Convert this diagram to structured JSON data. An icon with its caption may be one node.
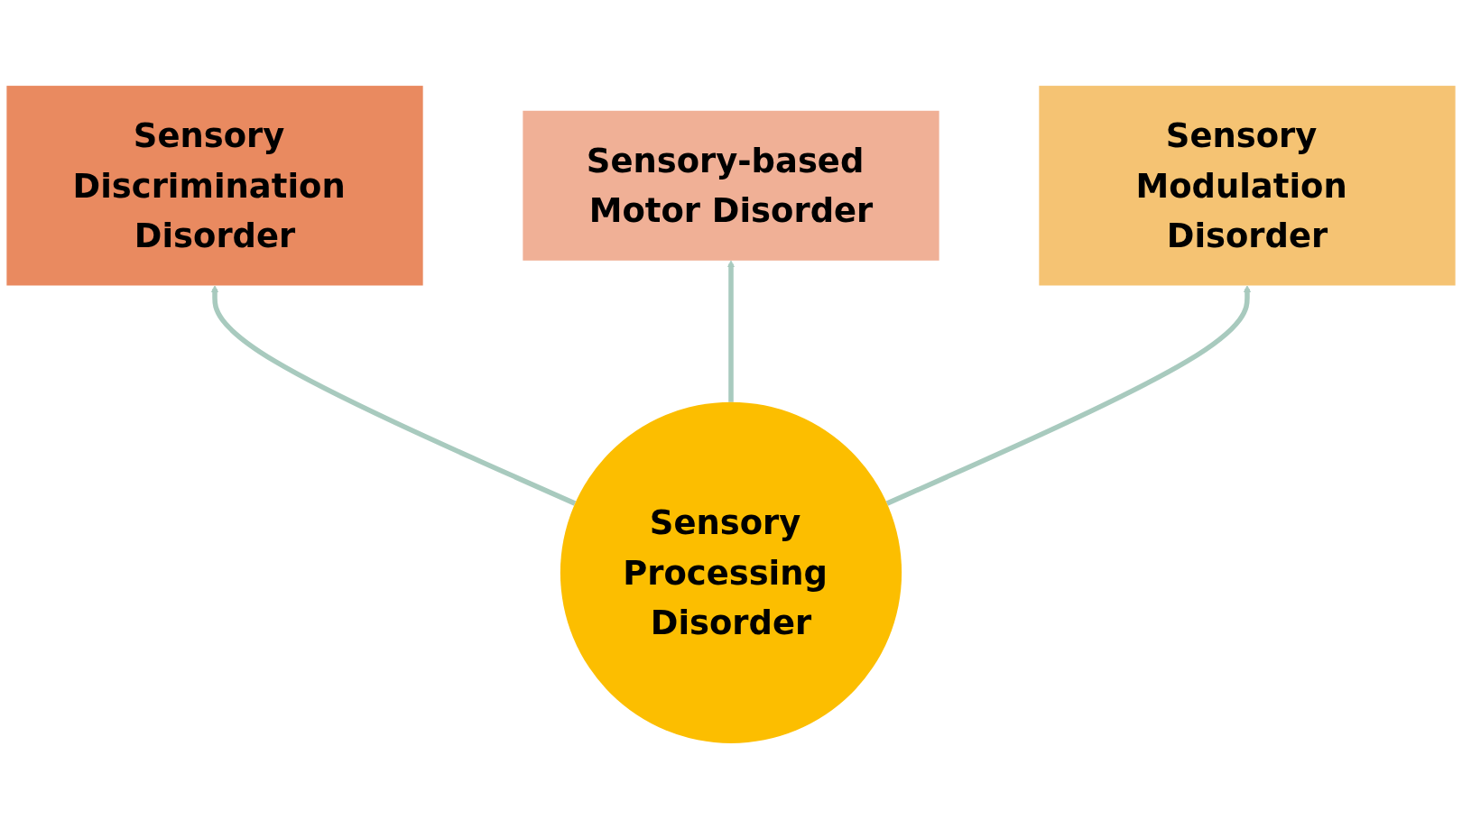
{
  "diagram": {
    "nodes": [
      {
        "text": [
          "Sensory-based Motor Disorder"
        ]
      },
      {
        "text": [
          "Sensory Discrimination Disorder"
        ]
      },
      {
        "text": [
          "Sensory Modulation Disorder"
        ]
      },
      {
        "text": [
          "Sensory Processing Disorder"
        ]
      }
    ],
    "edges": [
      {
        "from": 3,
        "to": 1,
        "arrow": "to"
      },
      {
        "from": 3,
        "to": 0,
        "arrow": "to"
      },
      {
        "from": 3,
        "to": 2,
        "arrow": "to"
      }
    ]
  }
}
